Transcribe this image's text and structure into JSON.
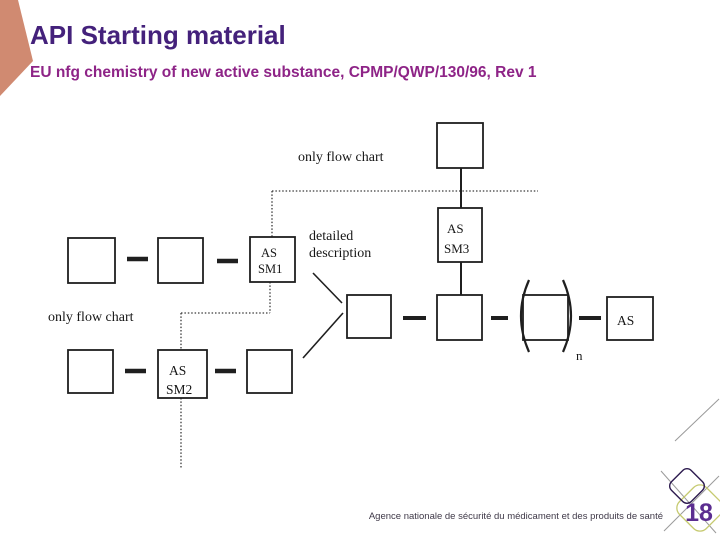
{
  "slide": {
    "title": "API Starting material",
    "subtitle": "EU nfg chemistry of new active substance, CPMP/QWP/130/96, Rev 1",
    "footer": "Agence nationale de sécurité du médicament et des produits de santé",
    "page_number": "18"
  },
  "colors": {
    "title_text": "#44217b",
    "subtitle_text": "#8e2487",
    "corner_accent": "#d08a71",
    "page_number_text": "#5b2d90",
    "diagram_ink": "#1f1f1f",
    "logo_purple": "#2d1b4f",
    "logo_olive": "#c6ca70",
    "logo_gray": "#9a9a9a"
  },
  "diagram": {
    "labels": {
      "only_flow_chart_top": "only flow chart",
      "detailed_line1": "detailed",
      "detailed_line2": "description",
      "only_flow_chart_bottom": "only flow chart",
      "n_subscript": "n"
    },
    "boxes": {
      "as_sm1": [
        "AS",
        "SM1"
      ],
      "as_sm2": [
        "AS",
        "SM2"
      ],
      "as_sm3": [
        "AS",
        "SM3"
      ],
      "as_final": "AS"
    }
  }
}
